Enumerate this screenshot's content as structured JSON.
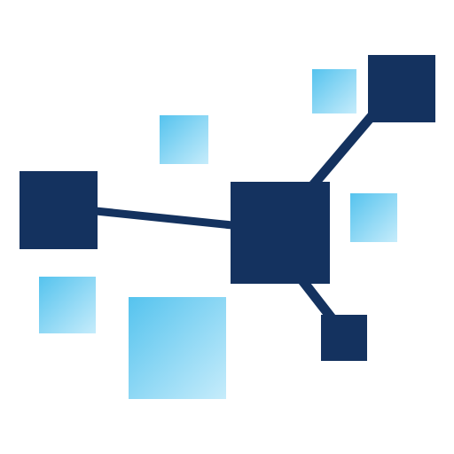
{
  "colors": {
    "node_dark": "#14325f",
    "link": "#14325f",
    "tile_light_start": "#55c3ee",
    "tile_light_end": "#c6ecfb",
    "background": "#ffffff"
  },
  "graph": {
    "nodes": [
      {
        "id": "hub",
        "label": ""
      },
      {
        "id": "left",
        "label": ""
      },
      {
        "id": "top-right",
        "label": ""
      },
      {
        "id": "bottom-right",
        "label": ""
      }
    ],
    "links": [
      {
        "from": "left",
        "to": "hub"
      },
      {
        "from": "hub",
        "to": "top-right"
      },
      {
        "from": "hub",
        "to": "bottom-right"
      }
    ],
    "decorative_tiles": [
      "tile-top-right-small",
      "tile-top-center",
      "tile-right-middle",
      "tile-left-lower",
      "tile-bottom-large"
    ]
  }
}
